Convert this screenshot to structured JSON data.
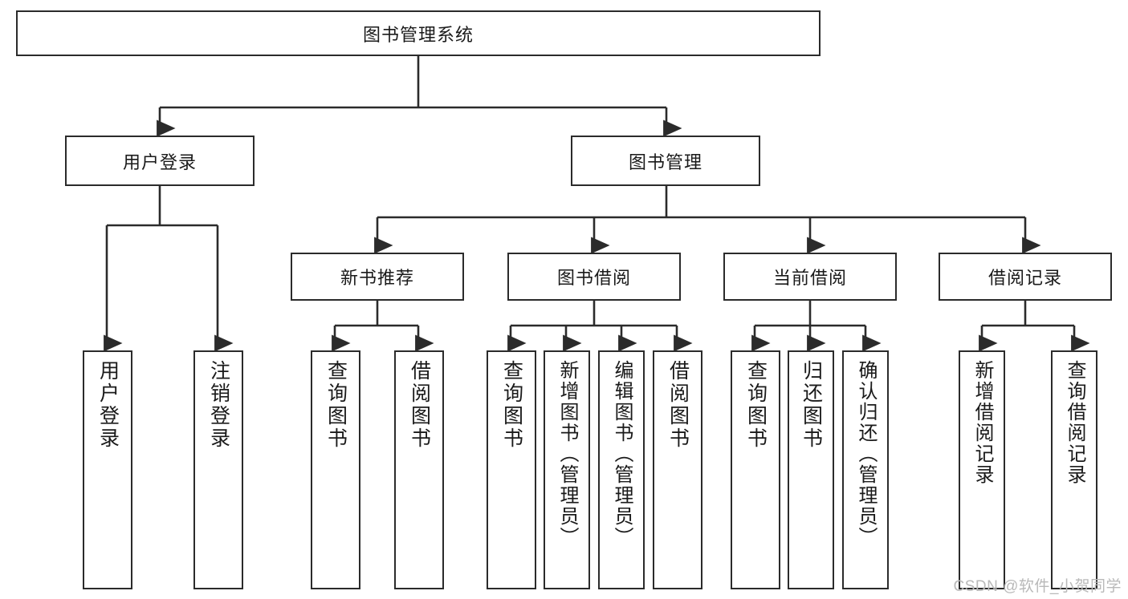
{
  "diagram": {
    "type": "tree-flowchart",
    "title": "图书管理系统",
    "watermark": "CSDN @软件_小贺同学",
    "colors": {
      "box_border": "#2b2b2b",
      "box_fill": "#ffffff",
      "edge": "#2b2b2b",
      "text": "#1a1a1a",
      "watermark": "#b9b9b9"
    },
    "root": {
      "label": "图书管理系统"
    },
    "level2": [
      {
        "label": "用户登录"
      },
      {
        "label": "图书管理"
      }
    ],
    "level3": [
      {
        "label": "新书推荐"
      },
      {
        "label": "图书借阅"
      },
      {
        "label": "当前借阅"
      },
      {
        "label": "借阅记录"
      }
    ],
    "leaves": {
      "user_login": [
        {
          "label": "用户登录"
        },
        {
          "label": "注销登录"
        }
      ],
      "new_book_recommend": [
        {
          "label": "查询图书"
        },
        {
          "label": "借阅图书"
        }
      ],
      "book_borrow": [
        {
          "label": "查询图书"
        },
        {
          "label": "新增图书（管理员）"
        },
        {
          "label": "编辑图书（管理员）"
        },
        {
          "label": "借阅图书"
        }
      ],
      "current_borrow": [
        {
          "label": "查询图书"
        },
        {
          "label": "归还图书"
        },
        {
          "label": "确认归还（管理员）"
        }
      ],
      "borrow_record": [
        {
          "label": "新增借阅记录"
        },
        {
          "label": "查询借阅记录"
        }
      ]
    }
  }
}
